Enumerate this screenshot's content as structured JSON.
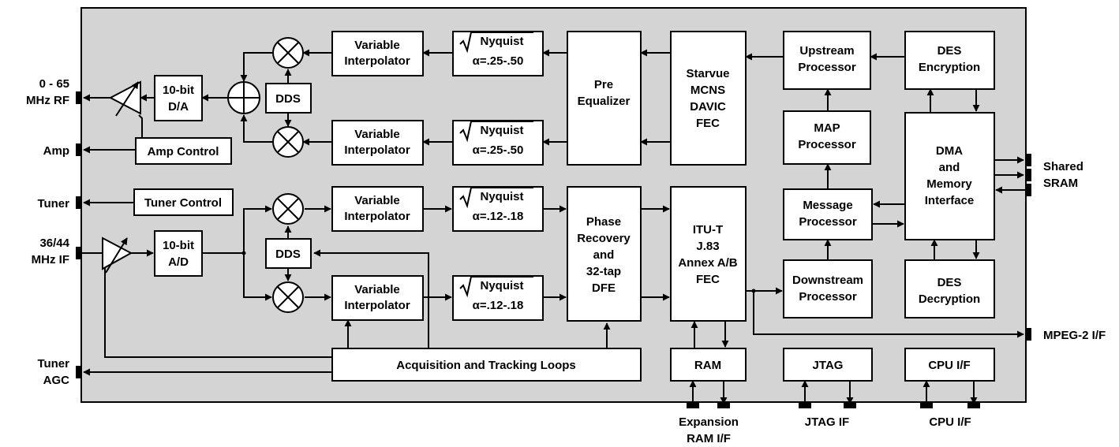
{
  "blocks": {
    "var_interp_1": [
      "Variable",
      "Interpolator"
    ],
    "var_interp_2": [
      "Variable",
      "Interpolator"
    ],
    "var_interp_3": [
      "Variable",
      "Interpolator"
    ],
    "var_interp_4": [
      "Variable",
      "Interpolator"
    ],
    "nyquist_1": {
      "label": "Nyquist",
      "alpha": "α=.25-.50"
    },
    "nyquist_2": {
      "label": "Nyquist",
      "alpha": "α=.25-.50"
    },
    "nyquist_3": {
      "label": "Nyquist",
      "alpha": "α=.12-.18"
    },
    "nyquist_4": {
      "label": "Nyquist",
      "alpha": "α=.12-.18"
    },
    "pre_equalizer": [
      "Pre",
      "Equalizer"
    ],
    "starvue": [
      "Starvue",
      "MCNS",
      "DAVIC",
      "FEC"
    ],
    "upstream": [
      "Upstream",
      "Processor"
    ],
    "des_encryption": [
      "DES",
      "Encryption"
    ],
    "map_processor": [
      "MAP",
      "Processor"
    ],
    "dma": [
      "DMA",
      "and",
      "Memory",
      "Interface"
    ],
    "message_processor": [
      "Message",
      "Processor"
    ],
    "downstream": [
      "Downstream",
      "Processor"
    ],
    "des_decryption": [
      "DES",
      "Decryption"
    ],
    "phase_recovery": [
      "Phase",
      "Recovery",
      "and",
      "32-tap",
      "DFE"
    ],
    "itu": [
      "ITU-T",
      "J.83",
      "Annex A/B",
      "FEC"
    ],
    "dac": [
      "10-bit",
      "D/A"
    ],
    "adc": [
      "10-bit",
      "A/D"
    ],
    "dds_top": [
      "DDS"
    ],
    "dds_bottom": [
      "DDS"
    ],
    "amp_control": [
      "Amp Control"
    ],
    "tuner_control": [
      "Tuner Control"
    ],
    "acq_loops": [
      "Acquisition and Tracking Loops"
    ],
    "ram": [
      "RAM"
    ],
    "jtag": [
      "JTAG"
    ],
    "cpu_if": [
      "CPU I/F"
    ]
  },
  "pins": {
    "rf_out": [
      "0 - 65",
      "MHz RF"
    ],
    "amp": [
      "Amp"
    ],
    "tuner": [
      "Tuner"
    ],
    "if_in": [
      "36/44",
      "MHz IF"
    ],
    "tuner_agc": [
      "Tuner",
      "AGC"
    ],
    "shared_sram": [
      "Shared",
      "SRAM"
    ],
    "mpeg": [
      "MPEG-2 I/F"
    ],
    "expansion_ram": [
      "Expansion",
      "RAM I/F"
    ],
    "jtag_if": [
      "JTAG IF"
    ],
    "cpu_if_pin": [
      "CPU I/F"
    ]
  }
}
